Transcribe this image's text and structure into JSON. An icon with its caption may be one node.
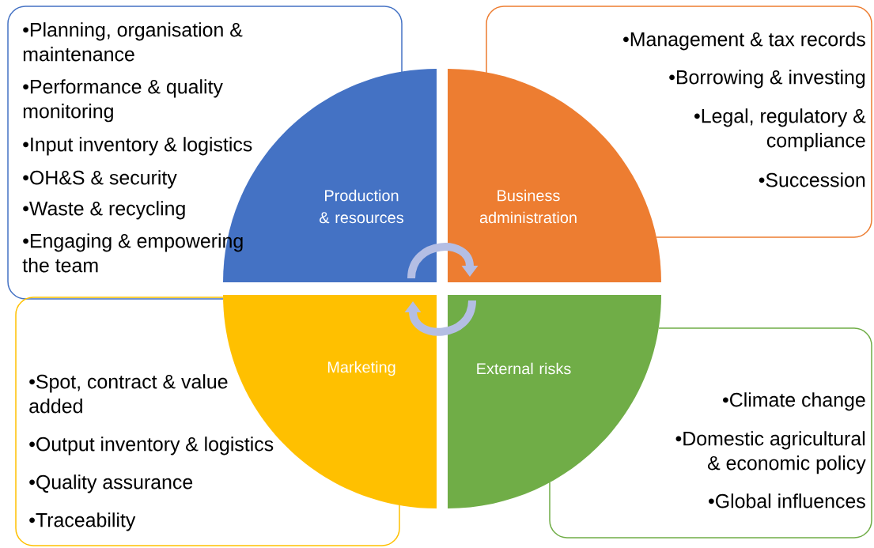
{
  "diagram": {
    "nodes": [
      {
        "text": [
          "Production & resources"
        ]
      },
      {
        "text": [
          "Business administration"
        ]
      },
      {
        "text": [
          "Marketing"
        ]
      },
      {
        "text": [
          "External risks"
        ]
      },
      {
        "text": [
          "•Planning, organisation & maintenance",
          "•Performance & quality monitoring",
          "•Input inventory & logistics",
          "•OH&S & security",
          "•Waste & recycling",
          "•Engaging & empowering the team"
        ]
      },
      {
        "text": [
          "•Management & tax records",
          "•Borrowing & investing",
          "•Legal, regulatory & compliance",
          "•Succession"
        ]
      },
      {
        "text": [
          "•Spot, contract & value added",
          "•Output inventory & logistics",
          "•Quality assurance",
          "•Traceability"
        ]
      },
      {
        "text": [
          "•Climate change",
          "•Domestic agricultural & economic policy",
          "•Global influences"
        ]
      }
    ],
    "edges": [
      {
        "from": 0,
        "to": 1,
        "arrow": "to"
      },
      {
        "from": 3,
        "to": 2,
        "arrow": "to"
      }
    ]
  }
}
